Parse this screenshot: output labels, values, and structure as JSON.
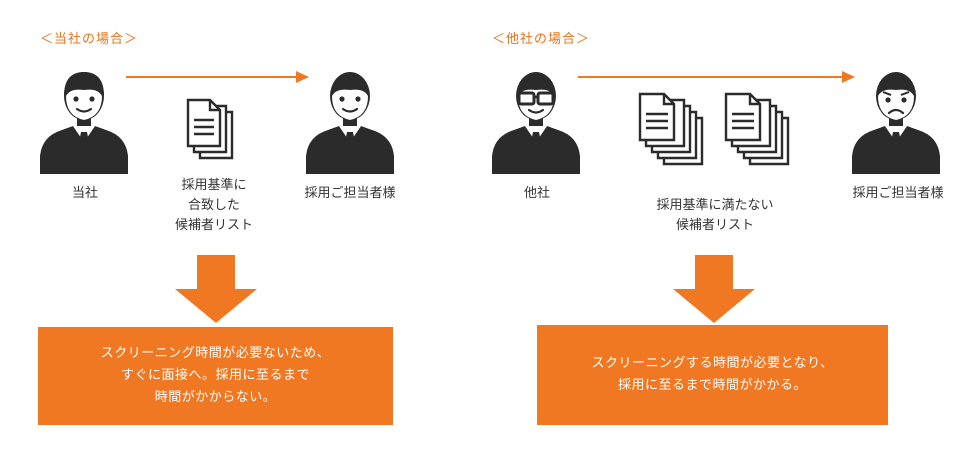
{
  "left": {
    "heading": "＜当社の場合＞",
    "sender_label": "当社",
    "documents_label": [
      "採用基準に",
      "合致した",
      "候補者リスト"
    ],
    "receiver_label": "採用ご担当者様",
    "result_lines": [
      "スクリーニング時間が必要ないため、",
      "すぐに面接へ。採用に至るまで",
      "時間がかからない。"
    ]
  },
  "right": {
    "heading": "＜他社の場合＞",
    "sender_label": "他社",
    "documents_label": [
      "採用基準に満たない",
      "候補者リスト"
    ],
    "receiver_label": "採用ご担当者様",
    "result_lines": [
      "スクリーニングする時間が必要となり、",
      "採用に至るまで時間がかかる。"
    ]
  },
  "colors": {
    "accent": "#f07822",
    "heading": "#e8731a",
    "figure": "#2b2b2b"
  },
  "icons": {
    "person": "businessman-icon",
    "person_glasses": "businessman-glasses-icon",
    "person_worried": "worried-businessman-icon",
    "documents": "document-stack-icon",
    "arrow": "down-arrow-icon"
  }
}
